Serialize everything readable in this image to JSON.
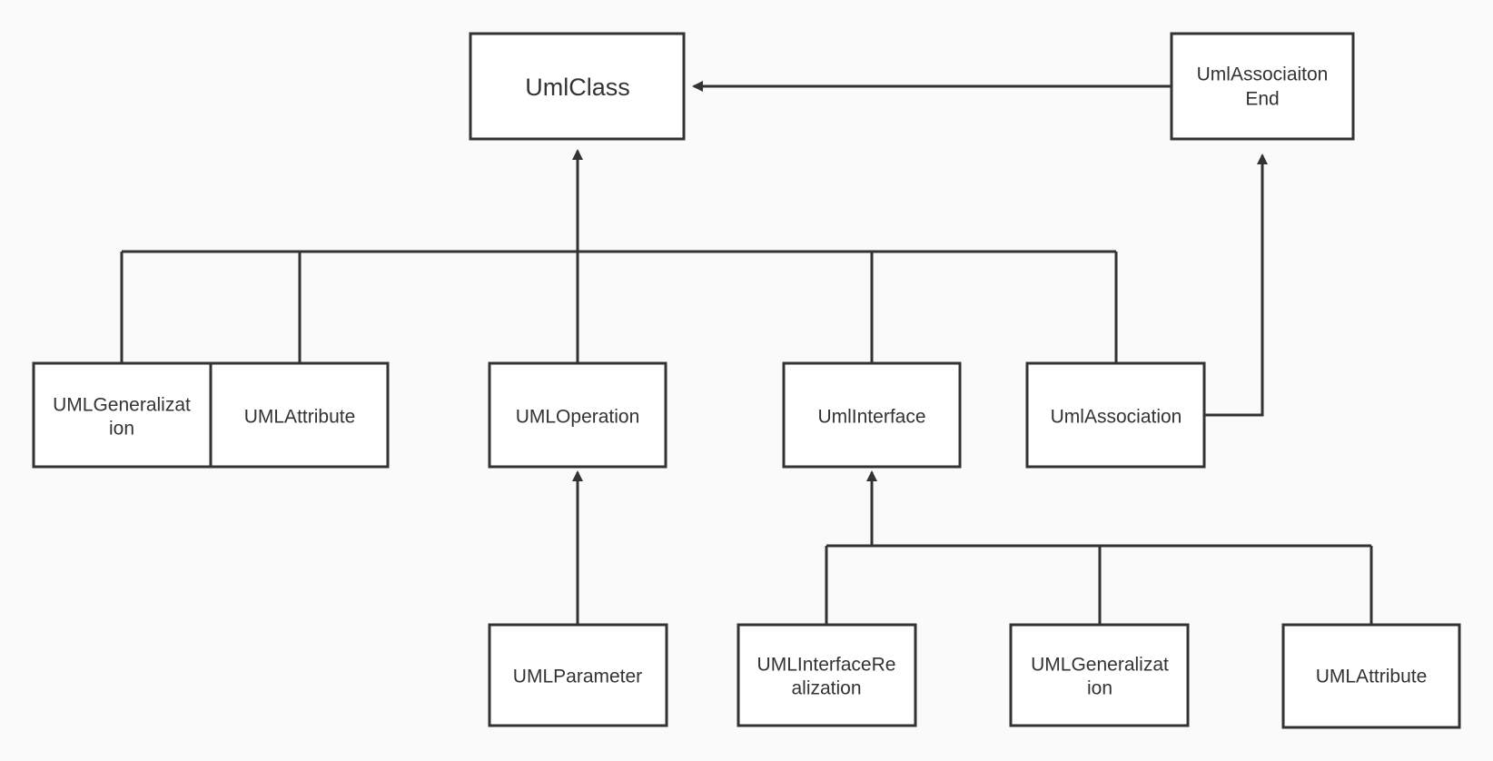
{
  "colors": {
    "background": "#fafafa",
    "stroke": "#333333",
    "box_fill": "#ffffff",
    "text": "#333333"
  },
  "nodes": {
    "uml_class": {
      "lines": [
        "UmlClass"
      ]
    },
    "uml_association_end": {
      "lines": [
        "UmlAssociaiton",
        "End"
      ]
    },
    "uml_generalization_top": {
      "lines": [
        "UMLGeneralizat",
        "ion"
      ]
    },
    "uml_attribute_top": {
      "lines": [
        "UMLAttribute"
      ]
    },
    "uml_operation": {
      "lines": [
        "UMLOperation"
      ]
    },
    "uml_interface": {
      "lines": [
        "UmlInterface"
      ]
    },
    "uml_association": {
      "lines": [
        "UmlAssociation"
      ]
    },
    "uml_parameter": {
      "lines": [
        "UMLParameter"
      ]
    },
    "uml_interface_realization": {
      "lines": [
        "UMLInterfaceRe",
        "alization"
      ]
    },
    "uml_generalization_bottom": {
      "lines": [
        "UMLGeneralizat",
        "ion"
      ]
    },
    "uml_attribute_bottom": {
      "lines": [
        "UMLAttribute"
      ]
    }
  },
  "edges": [
    {
      "from": "uml_association_end",
      "to": "uml_class",
      "arrow": "filled-triangle"
    },
    {
      "from": "uml_generalization_top",
      "to": "uml_class",
      "arrow": "filled-triangle"
    },
    {
      "from": "uml_attribute_top",
      "to": "uml_class",
      "arrow": "filled-triangle"
    },
    {
      "from": "uml_operation",
      "to": "uml_class",
      "arrow": "filled-triangle"
    },
    {
      "from": "uml_interface",
      "to": "uml_class",
      "arrow": "filled-triangle"
    },
    {
      "from": "uml_association",
      "to": "uml_class",
      "arrow": "filled-triangle"
    },
    {
      "from": "uml_association",
      "to": "uml_association_end",
      "arrow": "filled-triangle"
    },
    {
      "from": "uml_parameter",
      "to": "uml_operation",
      "arrow": "filled-triangle"
    },
    {
      "from": "uml_interface_realization",
      "to": "uml_interface",
      "arrow": "filled-triangle"
    },
    {
      "from": "uml_generalization_bottom",
      "to": "uml_interface",
      "arrow": "filled-triangle"
    },
    {
      "from": "uml_attribute_bottom",
      "to": "uml_interface",
      "arrow": "filled-triangle"
    }
  ]
}
